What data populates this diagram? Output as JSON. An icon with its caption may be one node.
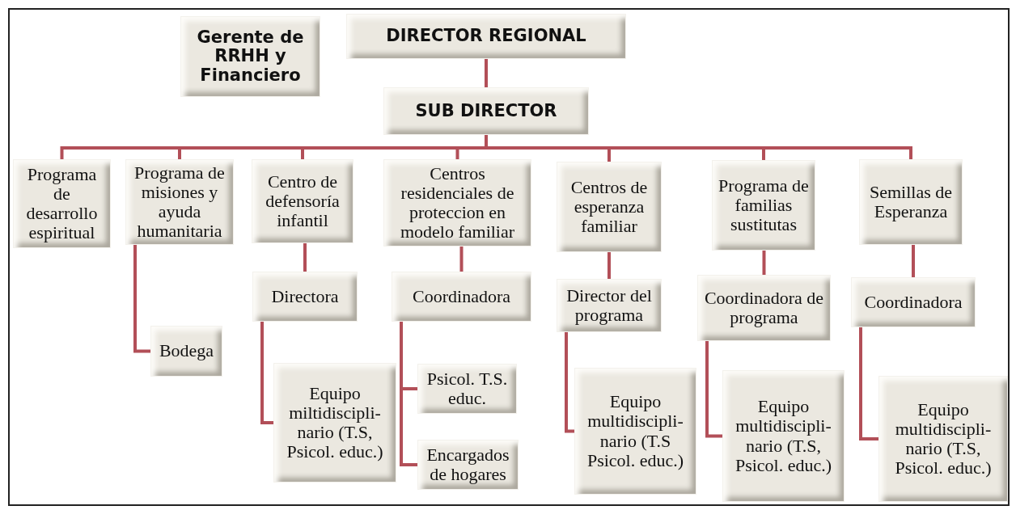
{
  "diagram": {
    "nodes": [
      {
        "text": [
          "Gerente de RRHH y Financiero"
        ]
      },
      {
        "text": [
          "DIRECTOR REGIONAL"
        ]
      },
      {
        "text": [
          "SUB DIRECTOR"
        ]
      },
      {
        "text": [
          "Programa de desarrollo espiritual"
        ]
      },
      {
        "text": [
          "Programa de misiones y ayuda humanitaria"
        ]
      },
      {
        "text": [
          "Centro de defensoría infantil"
        ]
      },
      {
        "text": [
          "Centros residenciales de proteccion en modelo familiar"
        ]
      },
      {
        "text": [
          "Centros de esperanza familiar"
        ]
      },
      {
        "text": [
          "Programa de familias sustitutas"
        ]
      },
      {
        "text": [
          "Semillas de Esperanza"
        ]
      },
      {
        "text": [
          "Bodega"
        ]
      },
      {
        "text": [
          "Directora"
        ]
      },
      {
        "text": [
          "Coordinadora"
        ]
      },
      {
        "text": [
          "Director del programa"
        ]
      },
      {
        "text": [
          "Coordinadora de programa"
        ]
      },
      {
        "text": [
          "Coordinadora"
        ]
      },
      {
        "text": [
          "Equipo miltidiscipli- nario (T.S, Psicol. educ.)"
        ]
      },
      {
        "text": [
          "Psicol. T.S. educ."
        ]
      },
      {
        "text": [
          "Encargados de hogares"
        ]
      },
      {
        "text": [
          "Equipo multidiscipli- nario (T.S Psicol. educ.)"
        ]
      },
      {
        "text": [
          "Equipo multidiscipli- nario (T.S, Psicol. educ.)"
        ]
      },
      {
        "text": [
          "Equipo multidiscipli- nario (T.S, Psicol. educ.)"
        ]
      }
    ],
    "edges": [
      {
        "from": 1,
        "to": 2,
        "arrow": "none"
      },
      {
        "from": 2,
        "to": 3,
        "arrow": "none"
      },
      {
        "from": 2,
        "to": 4,
        "arrow": "none"
      },
      {
        "from": 2,
        "to": 5,
        "arrow": "none"
      },
      {
        "from": 2,
        "to": 6,
        "arrow": "none"
      },
      {
        "from": 2,
        "to": 7,
        "arrow": "none"
      },
      {
        "from": 2,
        "to": 8,
        "arrow": "none"
      },
      {
        "from": 2,
        "to": 9,
        "arrow": "none"
      },
      {
        "from": 4,
        "to": 10,
        "arrow": "none"
      },
      {
        "from": 5,
        "to": 11,
        "arrow": "none"
      },
      {
        "from": 6,
        "to": 12,
        "arrow": "none"
      },
      {
        "from": 7,
        "to": 13,
        "arrow": "none"
      },
      {
        "from": 8,
        "to": 14,
        "arrow": "none"
      },
      {
        "from": 9,
        "to": 15,
        "arrow": "none"
      },
      {
        "from": 11,
        "to": 16,
        "arrow": "none"
      },
      {
        "from": 12,
        "to": 17,
        "arrow": "none"
      },
      {
        "from": 12,
        "to": 18,
        "arrow": "none"
      },
      {
        "from": 13,
        "to": 19,
        "arrow": "none"
      },
      {
        "from": 14,
        "to": 20,
        "arrow": "none"
      },
      {
        "from": 15,
        "to": 21,
        "arrow": "none"
      }
    ]
  }
}
